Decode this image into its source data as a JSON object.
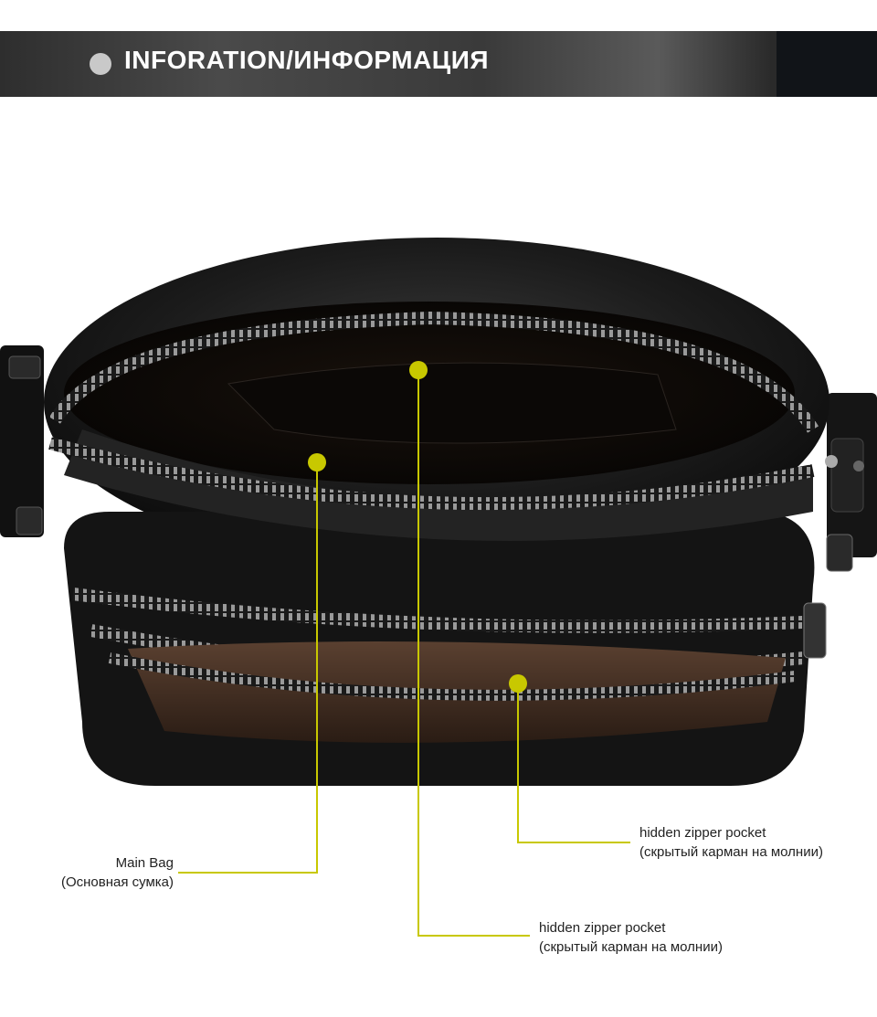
{
  "header": {
    "title": "INFORATION/ИНФОРМАЦИЯ"
  },
  "callouts": [
    {
      "line1": "Main Bag",
      "line2": "(Основная сумка)"
    },
    {
      "line1": "hidden zipper pocket",
      "line2": "(скрытый карман на молнии)"
    },
    {
      "line1": "hidden zipper pocket",
      "line2": "(скрытый карман на молнии)"
    }
  ],
  "colors": {
    "accent": "#c8c800",
    "banner_text": "#ffffff",
    "label_text": "#222222"
  }
}
